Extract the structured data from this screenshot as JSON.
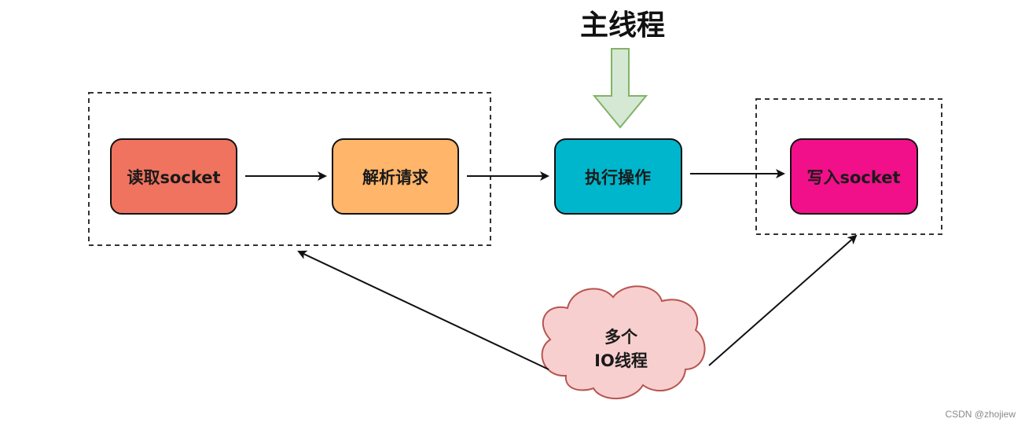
{
  "title": "主线程",
  "nodes": {
    "read_socket": {
      "label": "读取socket",
      "color": "#f0735f"
    },
    "parse_request": {
      "label": "解析请求",
      "color": "#ffb56a"
    },
    "execute_op": {
      "label": "执行操作",
      "color": "#00b6cc"
    },
    "write_socket": {
      "label": "写入socket",
      "color": "#f20f8a"
    }
  },
  "io_cloud": {
    "line1": "多个",
    "line2": "IO线程",
    "color": "#f8cfcf"
  },
  "main_arrow_color": "#d5e8d4",
  "watermark": "CSDN @zhojiew"
}
